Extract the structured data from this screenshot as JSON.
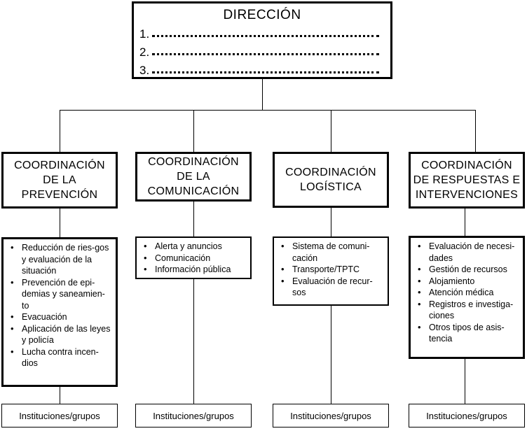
{
  "direccion": {
    "title": "DIRECCIÓN",
    "rows": [
      "1.",
      "2.",
      "3."
    ]
  },
  "columns": [
    {
      "heading": [
        "COORDINACIÓN",
        "DE LA",
        "PREVENCIÓN"
      ],
      "items": [
        "Reducción de ries-gos y evaluación de la situación",
        "Prevención de epi-demias y saneamien-to",
        "Evacuación",
        "Aplicación de las leyes y policía",
        "Lucha contra incen-dios"
      ],
      "footer": "Instituciones/grupos"
    },
    {
      "heading": [
        "COORDINACIÓN",
        "DE LA",
        "COMUNICACIÓN"
      ],
      "items": [
        "Alerta y anuncios",
        "Comunicación",
        "Información pública"
      ],
      "footer": "Instituciones/grupos"
    },
    {
      "heading": [
        "COORDINACIÓN",
        "LOGÍSTICA"
      ],
      "items": [
        "Sistema de comuni-cación",
        "Transporte/TPTC",
        "Evaluación de recur-sos"
      ],
      "footer": "Instituciones/grupos"
    },
    {
      "heading": [
        "COORDINACIÓN",
        "DE RESPUESTAS E",
        "INTERVENCIONES"
      ],
      "items": [
        "Evaluación de necesi-dades",
        "Gestión de recursos",
        "Alojamiento",
        "Atención médica",
        "Registros e investiga-ciones",
        "Otros tipos de asis-tencia"
      ],
      "footer": "Instituciones/grupos"
    }
  ]
}
